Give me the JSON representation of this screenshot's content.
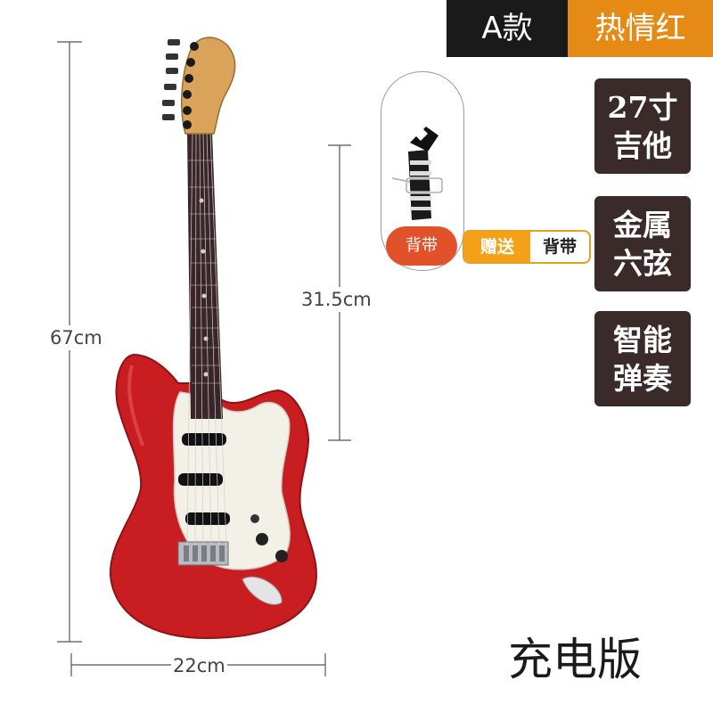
{
  "header": {
    "model": "A款",
    "color_name": "热情红"
  },
  "features": [
    {
      "line1": "27寸",
      "line2": "吉他"
    },
    {
      "line1": "金属",
      "line2": "六弦"
    },
    {
      "line1": "智能",
      "line2": "弹奏"
    }
  ],
  "accessory": {
    "strap_label": "背带",
    "gift_label": "赠送",
    "gift_item": "背带"
  },
  "dimensions": {
    "total_length": "67cm",
    "neck_length": "31.5cm",
    "body_width": "22cm"
  },
  "edition": "充电版",
  "colors": {
    "guitar_body": "#c81e22",
    "headstock": "#d9a45a",
    "fretboard": "#3a2628",
    "pickguard": "#f3f0e8",
    "badge_model_bg": "#1a1a1a",
    "badge_color_bg": "#e68a16",
    "tile_bg": "#3a2a2a"
  }
}
